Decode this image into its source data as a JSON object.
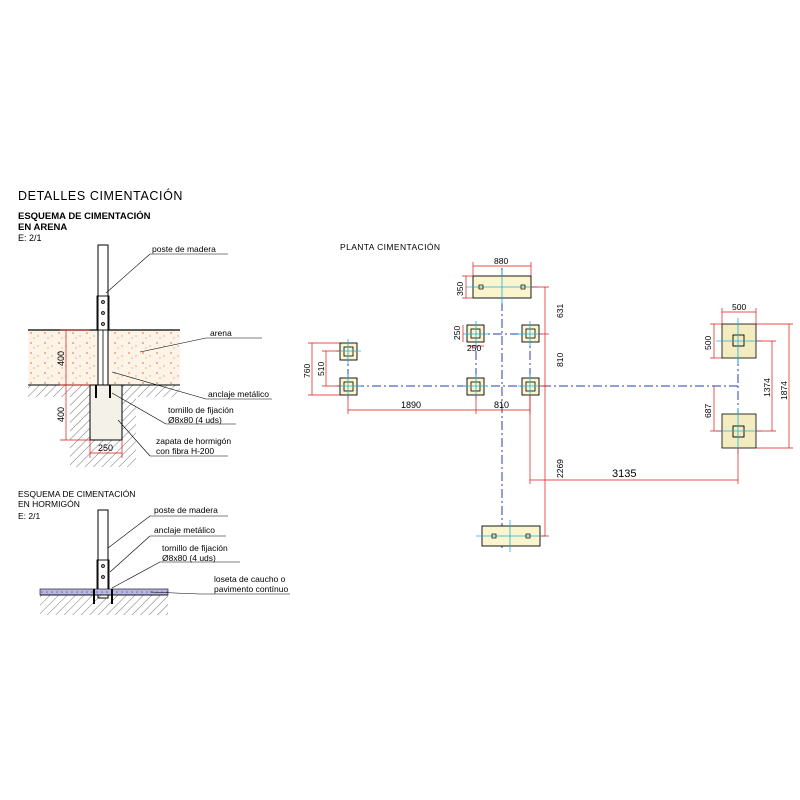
{
  "title": "DETALLES CIMENTACIÓN",
  "sand_detail": {
    "heading_line1": "ESQUEMA DE CIMENTACIÓN",
    "heading_line2": "EN ARENA",
    "scale": "E: 2/1",
    "labels": {
      "post": "poste de madera",
      "sand": "arena",
      "anchor": "anclaje metálico",
      "screw_line1": "tornillo de fijación",
      "screw_line2": "Ø8x80 (4 uds)",
      "footing_line1": "zapata de hormigón",
      "footing_line2": "con fibra H-200"
    },
    "dims": {
      "sand_depth": "400",
      "footing_depth": "400",
      "footing_width": "250"
    }
  },
  "concrete_detail": {
    "heading_line1": "ESQUEMA DE CIMENTACIÓN",
    "heading_line2": "EN HORMIGÓN",
    "scale": "E: 2/1",
    "labels": {
      "post": "poste de madera",
      "anchor": "anclaje metálico",
      "screw_line1": "tornillo de fijación",
      "screw_line2": "Ø8x80 (4 uds)",
      "surface_line1": "loseta de caucho o",
      "surface_line2": "pavimento contínuo"
    }
  },
  "plan": {
    "title": "PLANTA  CIMENTACIÓN",
    "dims": {
      "top_width": "880",
      "top_height": "350",
      "top_offset": "631",
      "small_square_h": "250",
      "small_square_w": "250",
      "left_outer": "760",
      "left_inner": "510",
      "vertical_810": "810",
      "span_1890": "1890",
      "span_810": "810",
      "vertical_2269": "2269",
      "span_3135": "3135",
      "right_width": "500",
      "right_height": "500",
      "right_687": "687",
      "right_1374": "1374",
      "right_1874": "1874"
    }
  },
  "colors": {
    "dimension": "#d11111",
    "axis": "#2a3fb0",
    "center_mark": "#1ab0d8",
    "concrete": "#fbf5cf"
  }
}
